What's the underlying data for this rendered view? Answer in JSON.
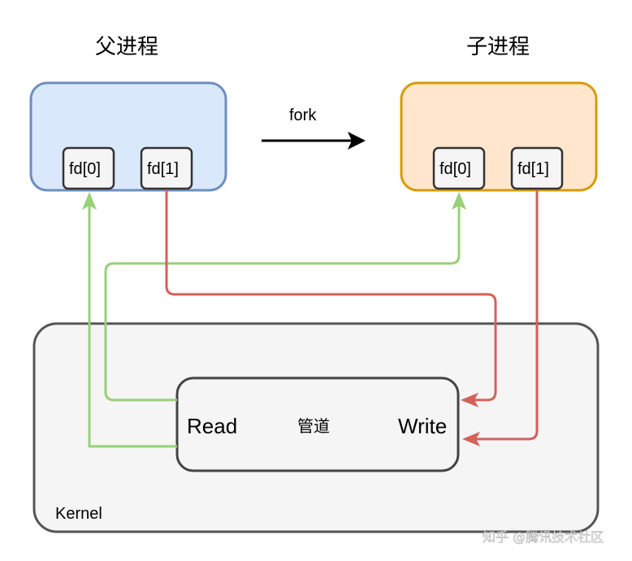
{
  "parent": {
    "title": "父进程",
    "fd0": "fd[0]",
    "fd1": "fd[1]",
    "fill": "#dae8fc",
    "stroke": "#6c8ebf"
  },
  "child": {
    "title": "子进程",
    "fd0": "fd[0]",
    "fd1": "fd[1]",
    "fill": "#ffe6cc",
    "stroke": "#d79b00"
  },
  "fork_label": "fork",
  "kernel": {
    "label": "Kernel",
    "fill": "#f5f5f5",
    "stroke": "#666666"
  },
  "pipe": {
    "label": "管道",
    "read": "Read",
    "write": "Write"
  },
  "watermark": "知乎 @腾讯技术社区",
  "colors": {
    "green": "#82b366",
    "red": "#d6605a",
    "fd_fill": "#f5f5f5",
    "fd_stroke": "#333333"
  }
}
